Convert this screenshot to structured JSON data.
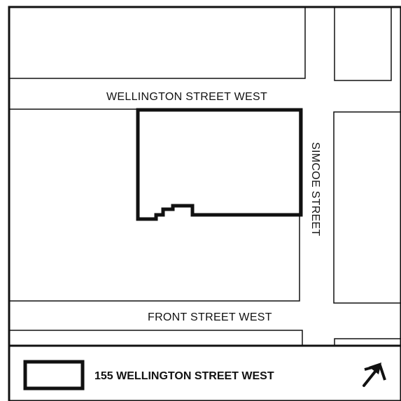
{
  "map": {
    "streets": {
      "wellington": "WELLINGTON STREET WEST",
      "simcoe": "SIMCOE STREET",
      "front": "FRONT STREET WEST"
    },
    "legend": {
      "site_label": "155 WELLINGTON STREET WEST"
    },
    "north_arrow_icon": "north-arrow-icon",
    "colors": {
      "ink": "#111111",
      "background": "#ffffff"
    }
  }
}
